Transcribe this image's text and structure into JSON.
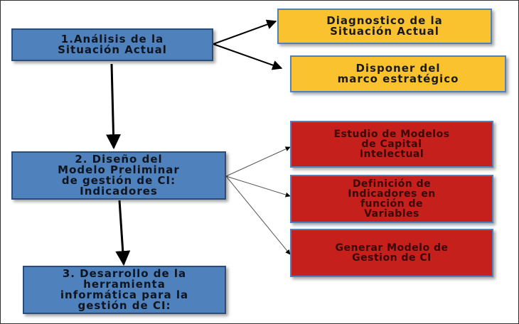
{
  "phases": {
    "phase1": "1.Análisis de la\nSituación Actual",
    "phase2": "2. Diseño del\nModelo Preliminar\nde gestión de CI:\nIndicadores",
    "phase3": "3. Desarrollo de la\nherramienta\ninformática para la\ngestión de CI:"
  },
  "phase1_outputs": {
    "diagnostico": "Diagnostico de la\nSituación Actual",
    "marco": "Disponer del\nmarco estratégico"
  },
  "phase2_outputs": {
    "estudio": "Estudio de Modelos\nde Capital\nIntelectual",
    "definicion": "Definición de\nIndicadores en\nfunción de\nVariables",
    "generar": "Generar Modelo de\nGestion de CI"
  },
  "colors": {
    "phase_fill": "#4f81bd",
    "output1_fill": "#f9c22e",
    "output2_fill": "#c5201c"
  }
}
